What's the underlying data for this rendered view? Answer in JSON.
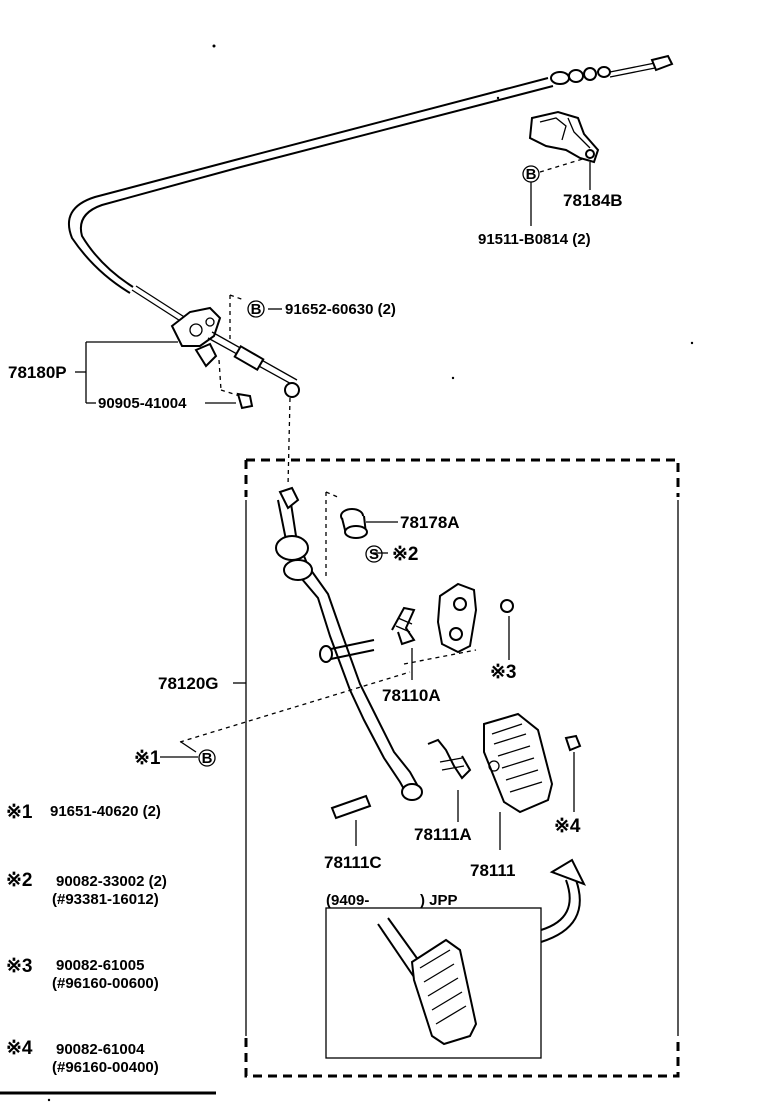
{
  "parts": {
    "p78184B": "78184B",
    "p91511": "91511-B0814 (2)",
    "p91652": "91652-60630 (2)",
    "p78180P": "78180P",
    "p90905": "90905-41004",
    "p78178A": "78178A",
    "p78120G": "78120G",
    "p78110A": "78110A",
    "p78111A": "78111A",
    "p78111C": "78111C",
    "p78111": "78111"
  },
  "callouts": {
    "bolt_b": "B",
    "stud_s": "S",
    "ref2": "※2",
    "ref3": "※3",
    "ref1": "※1",
    "ref4": "※4"
  },
  "notes": [
    {
      "mark": "※1",
      "line1": "91651-40620 (2)",
      "line2": ""
    },
    {
      "mark": "※2",
      "line1": "90082-33002 (2)",
      "line2": "(#93381-16012)"
    },
    {
      "mark": "※3",
      "line1": "90082-61005",
      "line2": "(#96160-00600)"
    },
    {
      "mark": "※4",
      "line1": "90082-61004",
      "line2": "(#96160-00400)"
    }
  ],
  "inset": {
    "start": "(9409-",
    "end": ") JPP"
  }
}
